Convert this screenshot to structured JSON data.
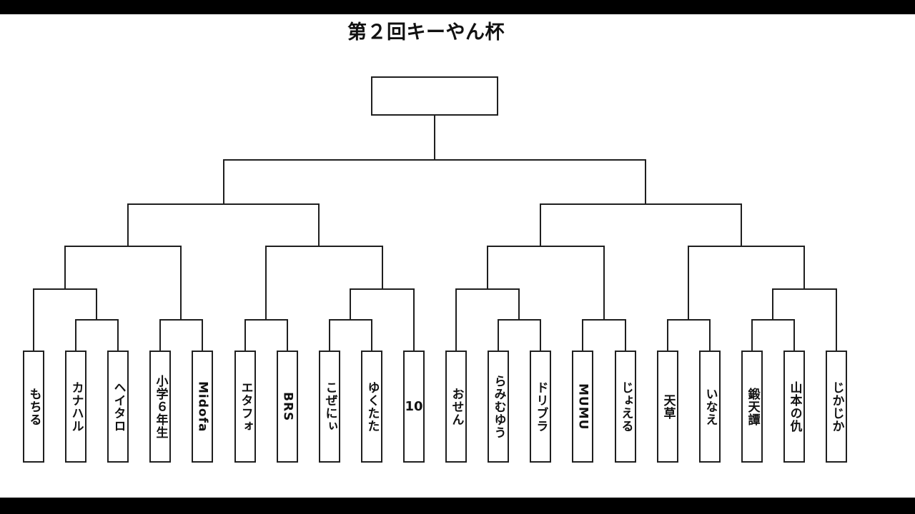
{
  "title": "第２回キーやん杯",
  "champion": {
    "name": ""
  },
  "participants": [
    {
      "name": "もちる"
    },
    {
      "name": "カナハル"
    },
    {
      "name": "ヘイタロ"
    },
    {
      "name": "小学６年生"
    },
    {
      "name": "Midofa"
    },
    {
      "name": "エタフォ"
    },
    {
      "name": "BRS"
    },
    {
      "name": "こぜにぃ"
    },
    {
      "name": "ゆくたた"
    },
    {
      "name": "10"
    },
    {
      "name": "おせん"
    },
    {
      "name": "らみむゆう"
    },
    {
      "name": "ドリブラ"
    },
    {
      "name": "MUMU"
    },
    {
      "name": "じょえる"
    },
    {
      "name": "天草"
    },
    {
      "name": "いなえ"
    },
    {
      "name": "鍛天譚"
    },
    {
      "name": "山本の仇"
    },
    {
      "name": "じかじか"
    }
  ],
  "colors": {
    "line": "#1f1f1f",
    "background": "#ffffff",
    "letterbox": "#000000",
    "text": "#111111"
  }
}
